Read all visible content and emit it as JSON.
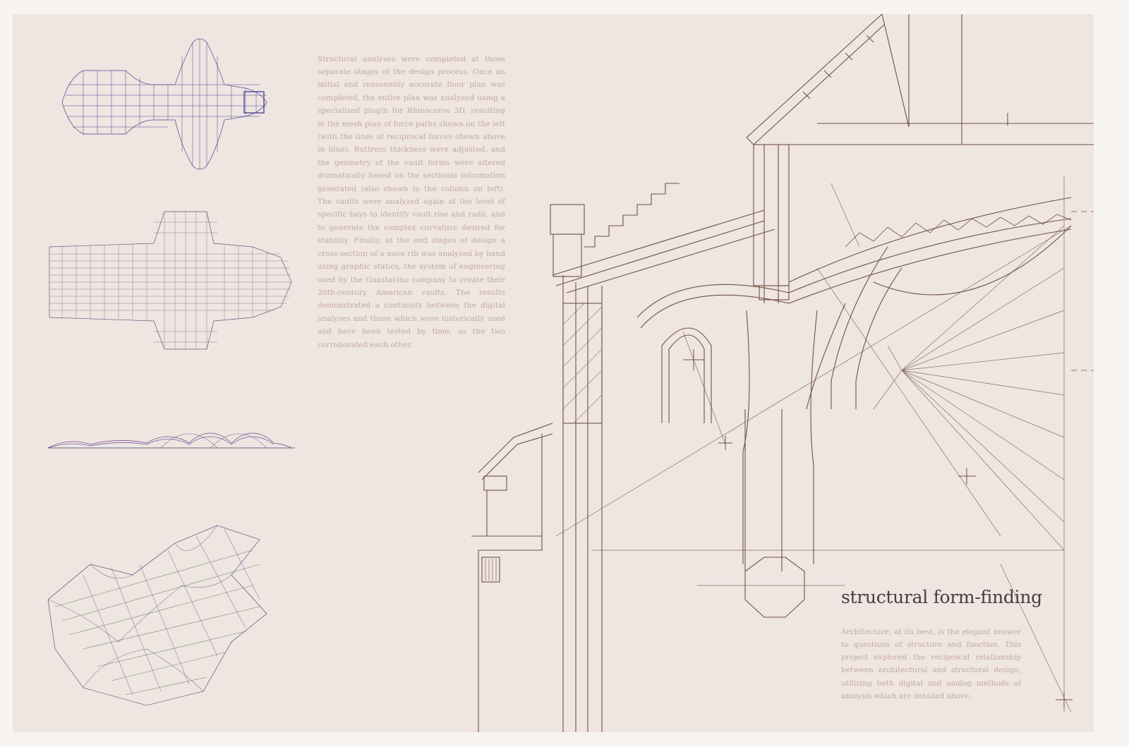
{
  "panel": {
    "body_text": "Structural analyses were completed at three separate stages of the design process. Once an initial and reasonably accurate floor plan was completed, the entire plan was analyzed using a specialized plugin for Rhinoceros 3D, resulting in the mesh plan of force paths shown on the left (with the lines of reciprocal forces shown above in blue). Buttress thickness were adjusted, and the geometry of the vault forms were altered dramatically based on the sectional information generated (also shown in the column on left). The vaults were analyzed again at the level of specific bays to identify vault rise and radii, and to generate the complex curvature desired for stability. Finally, at the end stages of design a cross-section of a nave rib was analyzed by hand using graphic statics, the system of engineering used by the Guastavino company to create their 20th-century American vaults. The results demonstrated a continuity between the digital analyses and those which were historically used and have been tested by time, as the two corroborated each other.",
    "title": "structural form-finding",
    "caption": "Architecture, at its best, is the elegant answer to questions of structure and function. This project explored the reciprocal relationship between architectural and structural design, utilizing both digital and analog methods of analysis which are detailed above."
  },
  "colors": {
    "background": "#efe5e1",
    "mesh_blue": "#2e2f86",
    "mesh_purple": "#7a4e8f",
    "mesh_green": "#3d7a4d",
    "sepia_ink": "#5a3a28",
    "text": "#c3a8a6",
    "title": "#4a3d3c"
  }
}
